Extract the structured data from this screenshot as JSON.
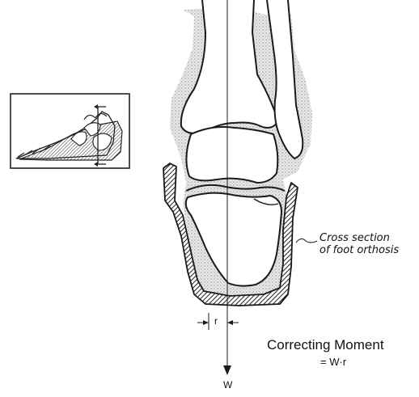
{
  "labels": {
    "orthosis_line1": "Cross section",
    "orthosis_line2": "of foot orthosis",
    "lever_arm": "r",
    "weight": "W",
    "moment_title": "Correcting Moment",
    "moment_equation": "= W·r"
  },
  "colors": {
    "ink": "#1a1a1a",
    "soft_tissue_stipple": "#d9d9d9",
    "orthosis_hatch": "#2a2a2a",
    "background": "#ffffff"
  },
  "icons": {
    "inset": "foot-side-view-icon",
    "weight_arrow": "arrow-down-icon"
  }
}
